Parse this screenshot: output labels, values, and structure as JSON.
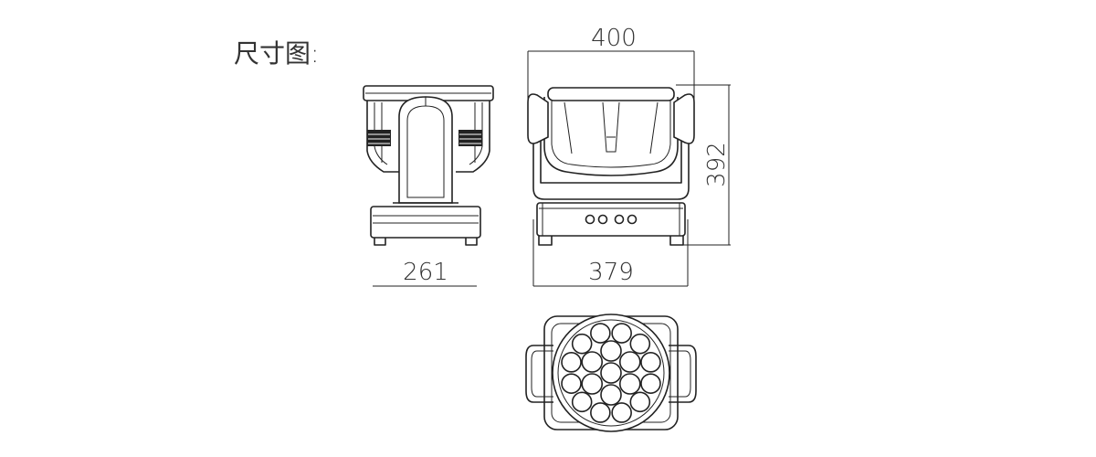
{
  "title": "尺寸图:",
  "dimensions": {
    "top_width": "400",
    "right_height": "392",
    "side_width": "261",
    "front_width": "379"
  },
  "lens_count": 19
}
